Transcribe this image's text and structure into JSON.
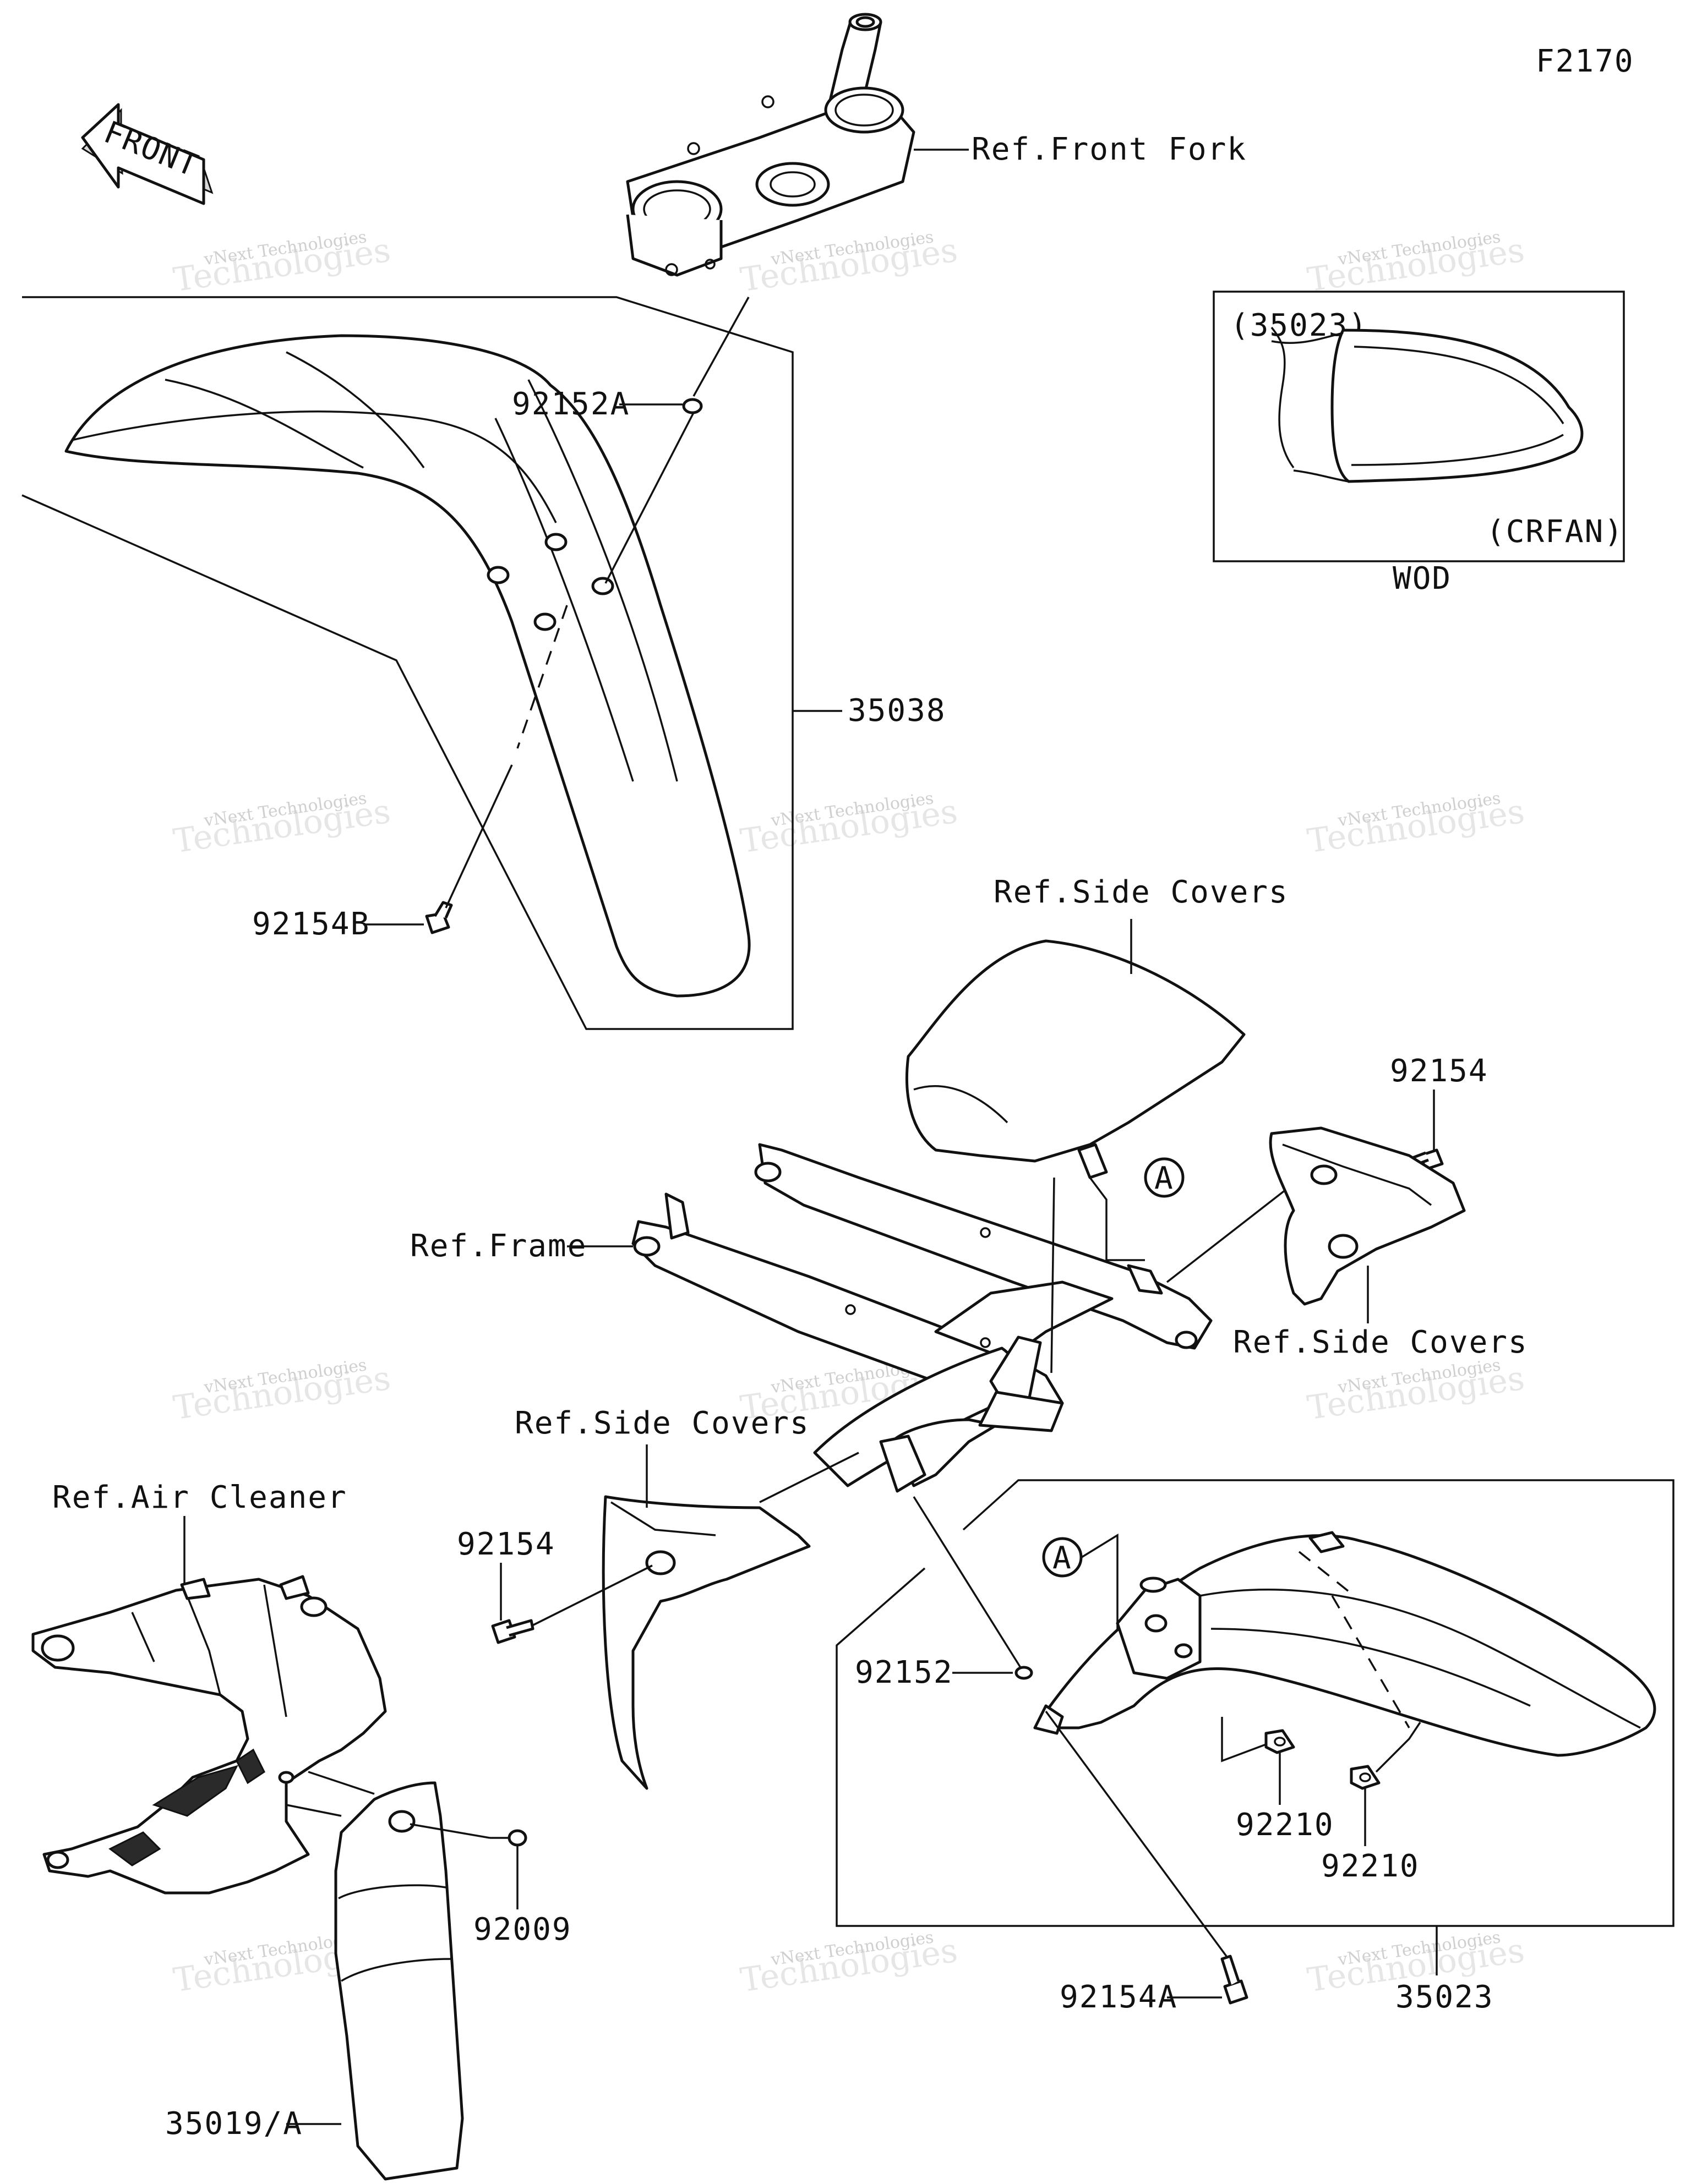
{
  "figure_code": "F2170",
  "front_arrow": "FRONT",
  "watermark": {
    "line1": "vNext Technologies",
    "line2": "Technologies"
  },
  "inset": {
    "part_ref": "(35023)",
    "variant": "(CRFAN)",
    "caption": "WOD"
  },
  "callout_a": "A",
  "labels": {
    "ref_front_fork": "Ref.Front Fork",
    "p92152a": "92152A",
    "p35038": "35038",
    "p92154b": "92154B",
    "ref_side_covers_top": "Ref.Side Covers",
    "p92154_right": "92154",
    "ref_frame": "Ref.Frame",
    "ref_side_covers_right": "Ref.Side Covers",
    "ref_side_covers_left": "Ref.Side Covers",
    "ref_air_cleaner": "Ref.Air Cleaner",
    "p92154_left": "92154",
    "p92152": "92152",
    "p92210_a": "92210",
    "p92210_b": "92210",
    "p92009": "92009",
    "p35019a": "35019/A",
    "p92154a": "92154A",
    "p35023": "35023"
  }
}
